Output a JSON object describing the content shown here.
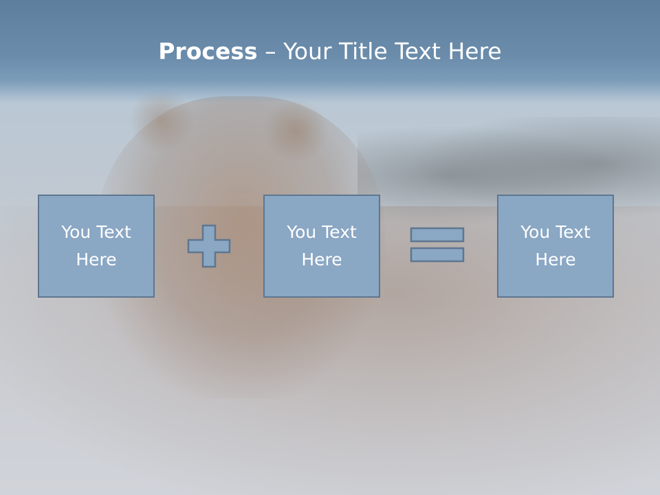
{
  "slide": {
    "title_bold": "Process",
    "title_rest": " – Your Title Text Here",
    "boxes": [
      {
        "text": "You Text Here"
      },
      {
        "text": "You Text Here"
      },
      {
        "text": "You Text Here"
      }
    ],
    "operators": [
      "plus-icon",
      "equals-icon"
    ],
    "colors": {
      "title_bar": "#6b8cab",
      "box_fill": "#8aa7c4",
      "box_border": "#5e7690",
      "text": "#ffffff"
    }
  }
}
